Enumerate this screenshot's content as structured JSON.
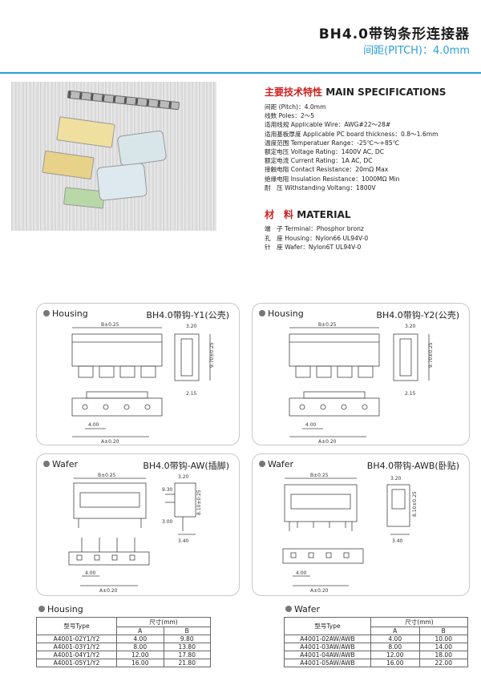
{
  "header": {
    "title": "BH4.0带钩条形连接器",
    "subtitle": "间距(PITCH)：4.0mm"
  },
  "specs": {
    "title_cn": "主要技术特性",
    "title_en": "MAIN SPECIFICATIONS",
    "items": [
      "间距 (Pitch)：4.0mm",
      "线数 Poles：2～5",
      "适用线规 Applicable Wire：AWG#22～28#",
      "适用基板厚度 Applicable PC board thickness：0.8～1.6mm",
      "温度范围 Temperatuer Range：-25℃～+85℃",
      "额定电压 Voltage Rating：1400V AC, DC",
      "额定电流 Current Rating：1A AC, DC",
      "接触电阻 Contact Resistance：20mΩ  Max",
      "绝缘电阻 Insulation Resistance：1000MΩ  Min",
      "耐　压 Withstanding Voltang：1800V"
    ]
  },
  "material": {
    "title_cn": "材　料",
    "title_en": "MATERIAL",
    "items": [
      "端　子 Terminal：Phosphor bronz",
      "孔　座 Housing：Nylon66  UL94V-0",
      "针　座 Wafer：Nylon6T  UL94V-0"
    ]
  },
  "panels": [
    {
      "label": "Housing",
      "title": "BH4.0带钩-Y1(公壳)"
    },
    {
      "label": "Housing",
      "title": "BH4.0带钩-Y2(公壳)"
    },
    {
      "label": "Wafer",
      "title": "BH4.0带钩-AW(插脚)"
    },
    {
      "label": "Wafer",
      "title": "BH4.0带钩-AWB(卧贴)"
    }
  ],
  "dims": {
    "b": "B±0.25",
    "a": "A±0.20",
    "p400": "4.00",
    "d320": "3.20",
    "d215": "2.15",
    "d970": "9.70±0.25",
    "d810": "8.10±0.25",
    "d930": "9.30",
    "d300": "3.00",
    "d340": "3.40"
  },
  "housing_table": {
    "label": "Housing",
    "col_type": "型号Type",
    "col_size": "尺寸(mm)",
    "col_a": "A",
    "col_b": "B",
    "rows": [
      [
        "A4001-02Y1/Y2",
        "4.00",
        "9.80"
      ],
      [
        "A4001-03Y1/Y2",
        "8.00",
        "13.80"
      ],
      [
        "A4001-04Y1/Y2",
        "12.00",
        "17.80"
      ],
      [
        "A4001-05Y1/Y2",
        "16.00",
        "21.80"
      ]
    ]
  },
  "wafer_table": {
    "label": "Wafer",
    "col_type": "型号Type",
    "col_size": "尺寸(mm)",
    "col_a": "A",
    "col_b": "B",
    "rows": [
      [
        "A4001-02AW/AWB",
        "4.00",
        "10.00"
      ],
      [
        "A4001-03AW/AWB",
        "8.00",
        "14.00"
      ],
      [
        "A4001-04AW/AWB",
        "12.00",
        "18.00"
      ],
      [
        "A4001-05AW/AWB",
        "16.00",
        "22.00"
      ]
    ]
  }
}
